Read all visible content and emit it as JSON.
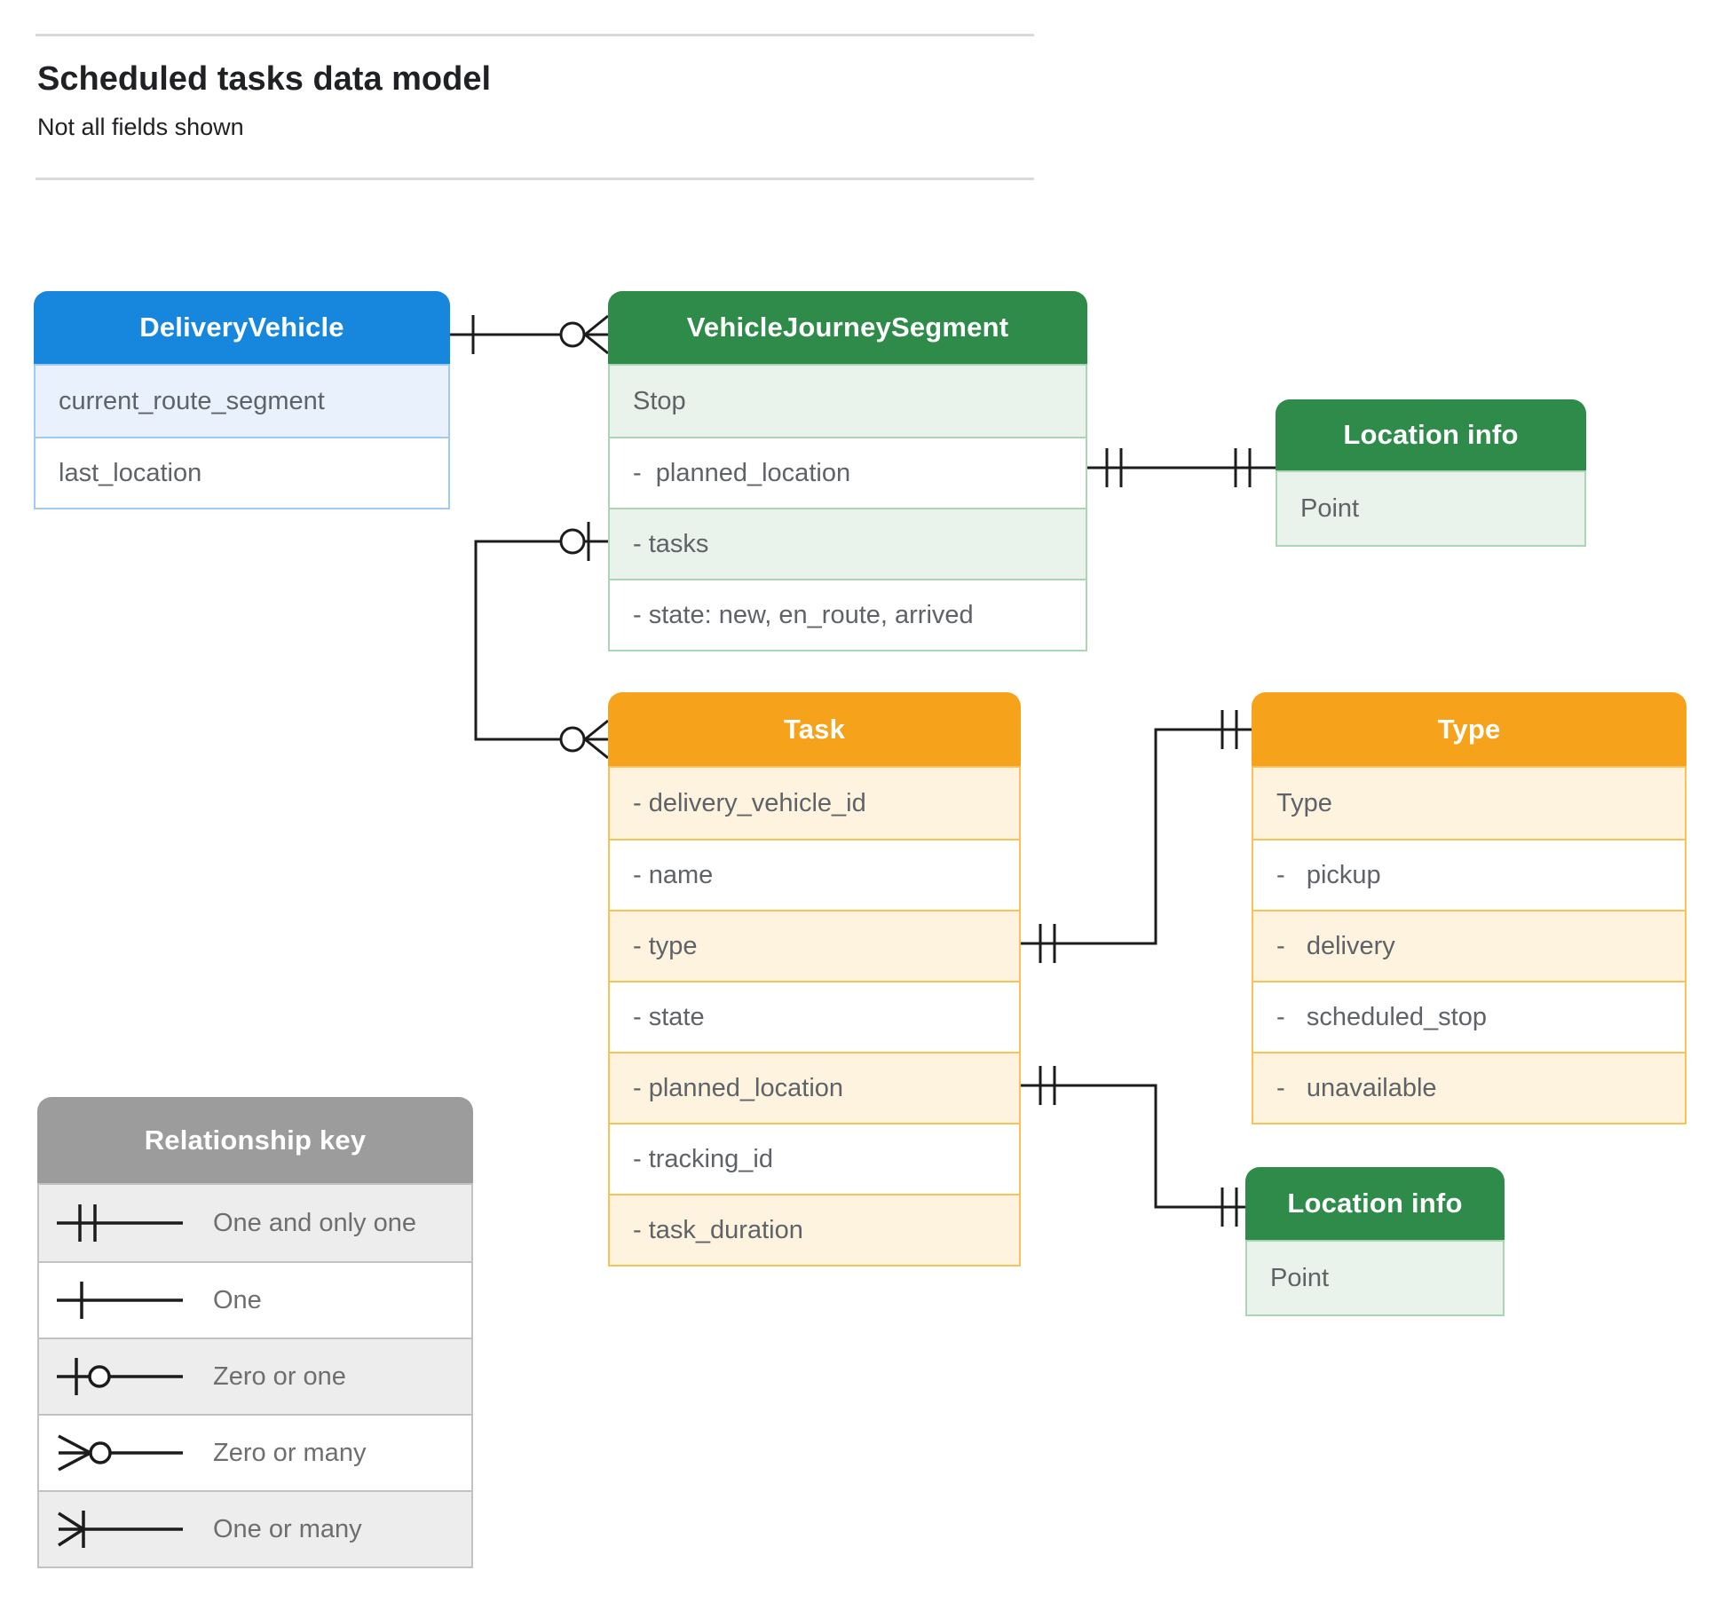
{
  "page": {
    "title": "Scheduled tasks data model",
    "subtitle": "Not all fields shown"
  },
  "entities": {
    "delivery_vehicle": {
      "title": "DeliveryVehicle",
      "rows": [
        "current_route_segment",
        "last_location"
      ]
    },
    "vehicle_journey_segment": {
      "title": "VehicleJourneySegment",
      "rows": [
        "Stop",
        "-  planned_location",
        "- tasks",
        "- state: new, en_route, arrived"
      ]
    },
    "location_info_top": {
      "title": "Location info",
      "rows": [
        "Point"
      ]
    },
    "task": {
      "title": "Task",
      "rows": [
        "- delivery_vehicle_id",
        "- name",
        "- type",
        "- state",
        "- planned_location",
        "- tracking_id",
        "- task_duration"
      ]
    },
    "type": {
      "title": "Type",
      "rows": [
        "Type",
        "-   pickup",
        "-   delivery",
        "-   scheduled_stop",
        "-   unavailable"
      ]
    },
    "location_info_bottom": {
      "title": "Location info",
      "rows": [
        "Point"
      ]
    }
  },
  "legend": {
    "title": "Relationship key",
    "items": [
      {
        "symbol": "one-and-only-one",
        "label": "One and only one"
      },
      {
        "symbol": "one",
        "label": "One"
      },
      {
        "symbol": "zero-or-one",
        "label": "Zero or one"
      },
      {
        "symbol": "zero-or-many",
        "label": "Zero or many"
      },
      {
        "symbol": "one-or-many",
        "label": "One or many"
      }
    ]
  },
  "colors": {
    "blue": "#1787dd",
    "blue-light": "#e9f1fc",
    "blue-border": "#a2c9ef",
    "green": "#2e8b49",
    "green-light": "#e9f3eb",
    "green-border": "#abd5b5",
    "orange": "#f7a21b",
    "orange-light": "#fef3df",
    "orange-border": "#f9c257",
    "gray": "#9c9c9c",
    "gray-light": "#ededed",
    "gray-border": "#c2c2c2",
    "text": "#5f6368",
    "legend-text": "#6e6e6e",
    "title": "#202124",
    "line": "#1c1c1c",
    "rule": "#d9d9d9"
  }
}
